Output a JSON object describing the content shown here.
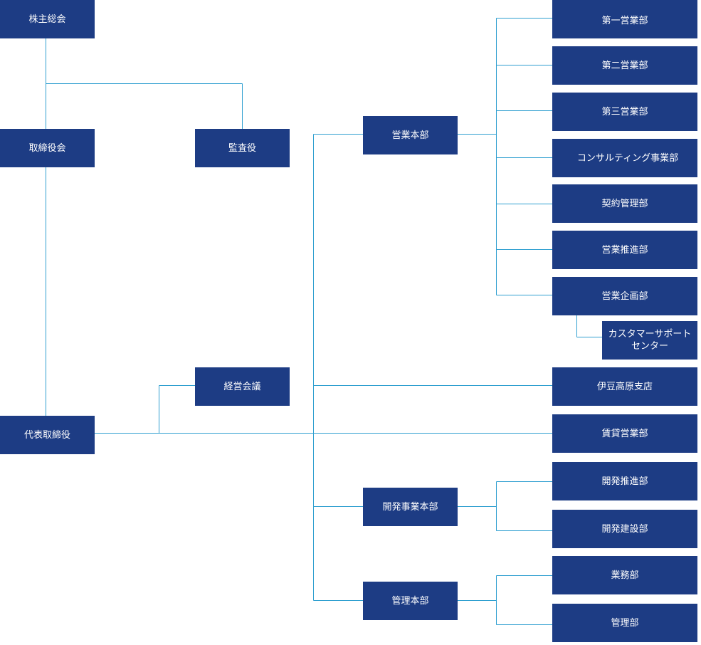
{
  "org_chart": {
    "shareholders_meeting": "株主総会",
    "board_of_directors": "取締役会",
    "auditor": "監査役",
    "representative_director": "代表取締役",
    "management_meeting": "経営会議",
    "sales_headquarters": "営業本部",
    "development_headquarters": "開発事業本部",
    "administration_headquarters": "管理本部",
    "sales_departments": [
      "第一営業部",
      "第二営業部",
      "第三営業部",
      "コンサルティング事業部",
      "契約管理部",
      "営業推進部",
      "営業企画部"
    ],
    "customer_support_center": [
      "カスタマーサポート",
      "センター"
    ],
    "izu_kogen_branch": "伊豆高原支店",
    "rental_sales_department": "賃貸営業部",
    "development_departments": [
      "開発推進部",
      "開発建設部"
    ],
    "administration_departments": [
      "業務部",
      "管理部"
    ]
  }
}
